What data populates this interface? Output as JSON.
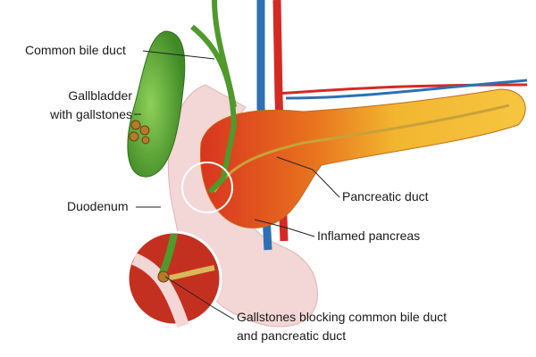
{
  "labels": {
    "common_bile_duct": "Common bile duct",
    "gallbladder_line1": "Gallbladder",
    "gallbladder_line2": "with gallstones",
    "duodenum": "Duodenum",
    "pancreatic_duct": "Pancreatic duct",
    "inflamed_pancreas": "Inflamed pancreas",
    "gallstones_line1": "Gallstones blocking common bile duct",
    "gallstones_line2": "and pancreatic duct"
  },
  "colors": {
    "gallbladder": "#5aa83a",
    "duodenum": "#f3d6d6",
    "pancreas": "#f2b630",
    "inflamed": "#d8341f",
    "artery": "#d42a24",
    "vein": "#2f6fb3",
    "leader": "#222222"
  }
}
